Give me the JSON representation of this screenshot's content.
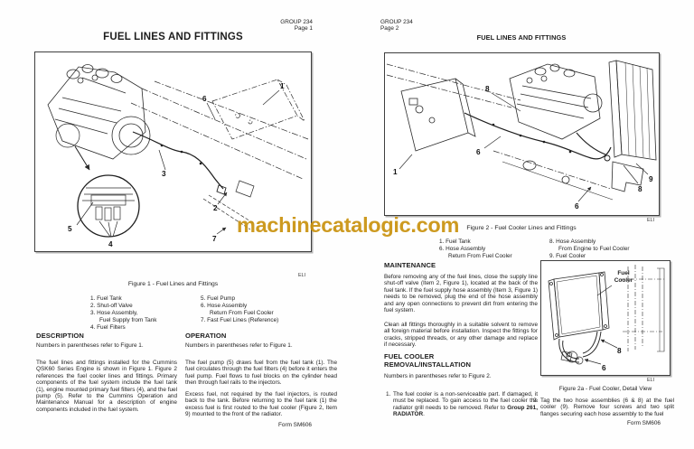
{
  "watermark": {
    "text": "machinecatalogic.com",
    "color": "#c9920e"
  },
  "page1": {
    "group": "GROUP 234",
    "page_num": "Page 1",
    "title": "FUEL LINES AND FITTINGS",
    "figure": {
      "artist": "ELI",
      "caption": "Figure 1 - Fuel Lines and Fittings",
      "callouts": {
        "c1": "1",
        "c2": "2",
        "c3": "3",
        "c4": "4",
        "c5": "5",
        "c6": "6",
        "c7": "7"
      }
    },
    "parts_col1": [
      {
        "text": "1. Fuel Tank"
      },
      {
        "text": "2. Shut-off Valve"
      },
      {
        "text": "3. Hose Assembly,"
      },
      {
        "text": "Fuel Supply from Tank"
      },
      {
        "text": "4. Fuel Filters"
      }
    ],
    "parts_col2": [
      {
        "text": "5. Fuel Pump"
      },
      {
        "text": "6. Hose Assembly"
      },
      {
        "text": "Return From Fuel Cooler"
      },
      {
        "text": "7. Fast Fuel Lines (Reference)"
      }
    ],
    "description": {
      "heading": "DESCRIPTION",
      "note": "Numbers in parentheses refer to Figure 1.",
      "body": "The fuel lines and fittings installed for the Cummins QSK60 Series Engine is shown in Figure 1. Figure 2 references the fuel cooler lines and fittings. Primary components of the fuel system include the fuel tank (1), engine mounted primary fuel filters (4), and the fuel pump (5). Refer to the Cummins Operation and Maintenance Manual for a description of engine components included in the fuel system."
    },
    "operation": {
      "heading": "OPERATION",
      "note": "Numbers in parentheses refer to Figure 1.",
      "para1": "The fuel pump (5) draws fuel from the fuel tank (1). The fuel circulates through the fuel filters (4) before it enters the fuel pump. Fuel flows to fuel blocks on the cylinder head then through fuel rails to the injectors.",
      "para2": "Excess fuel, not required by the fuel injectors, is routed back to the tank. Before returning to the fuel tank (1) the excess fuel is first routed to the fuel cooler (Figure 2, Item 9) mounted to the front of the radiator."
    },
    "footer": "Form SM606"
  },
  "page2": {
    "group": "GROUP 234",
    "page_num": "Page 2",
    "title": "FUEL LINES AND FITTINGS",
    "figure": {
      "artist": "ELI",
      "caption": "Figure 2 - Fuel Cooler Lines and Fittings",
      "callouts": {
        "c8top": "8",
        "c6mid": "6",
        "c1": "1",
        "c9": "9",
        "c8right": "8",
        "c6bottom": "6"
      }
    },
    "parts_col1": [
      {
        "text": "1. Fuel Tank"
      },
      {
        "text": "6. Hose Assembly"
      },
      {
        "text": "Return From Fuel Cooler"
      }
    ],
    "parts_col2": [
      {
        "text": "8. Hose Assembly"
      },
      {
        "text": "From Engine to Fuel Cooler"
      },
      {
        "text": "9. Fuel Cooler"
      }
    ],
    "maintenance": {
      "heading": "MAINTENANCE",
      "para1": "Before removing any of the fuel lines, close the supply line shut-off valve (Item 2, Figure 1), located at the back of the fuel tank. If the fuel supply hose assembly (Item 3, Figure 1) needs to be removed, plug the end of the hose assembly and any open connections to prevent dirt from entering the fuel system.",
      "para2": "Clean all fittings thoroughly in a suitable solvent to remove all foreign material before installation. Inspect the fittings for cracks, stripped threads, or any other damage and replace if necessary."
    },
    "removal": {
      "heading_line1": "FUEL COOLER",
      "heading_line2": "REMOVAL/INSTALLATION",
      "note": "Numbers in parentheses refer to Figure 2.",
      "step1_num": "1.",
      "step1_pre": "The fuel cooler is a non-serviceable part. If damaged, it must be replaced. To gain access to the fuel cooler the radiator grill needs to be removed. Refer to ",
      "step1_bold": "Group 261, RADIATOR",
      "step1_post": ".",
      "step2_num": "2.",
      "step2_body": "Tag the two hose assemblies (6 & 8) at the fuel cooler (9). Remove four screws and two split flanges securing each hose assembly to the fuel"
    },
    "figure2a": {
      "artist": "ELI",
      "caption": "Figure 2a - Fuel Cooler, Detail View",
      "label": "Fuel Cooler",
      "callouts": {
        "c8": "8",
        "c6": "6"
      }
    },
    "footer": "Form SM606"
  }
}
